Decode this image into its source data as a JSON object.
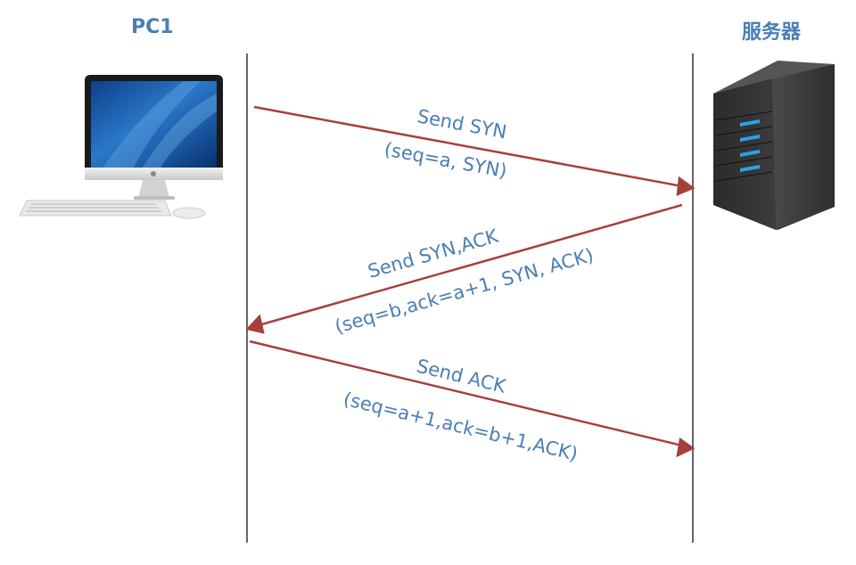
{
  "left_node": {
    "title": "PC1",
    "icon": "imac-computer-icon"
  },
  "right_node": {
    "title": "服务器",
    "icon": "tower-server-icon"
  },
  "messages": [
    {
      "line1": "Send SYN",
      "line2": "(seq=a, SYN)",
      "direction": "client-to-server"
    },
    {
      "line1": "Send SYN,ACK",
      "line2": "(seq=b,ack=a+1, SYN, ACK)",
      "direction": "server-to-client"
    },
    {
      "line1": "Send ACK",
      "line2": "(seq=a+1,ack=b+1,ACK)",
      "direction": "client-to-server"
    }
  ],
  "colors": {
    "title": "#4a7eb5",
    "label": "#4a7eb5",
    "arrow": "#a5403c",
    "lifeline": "#666666"
  }
}
